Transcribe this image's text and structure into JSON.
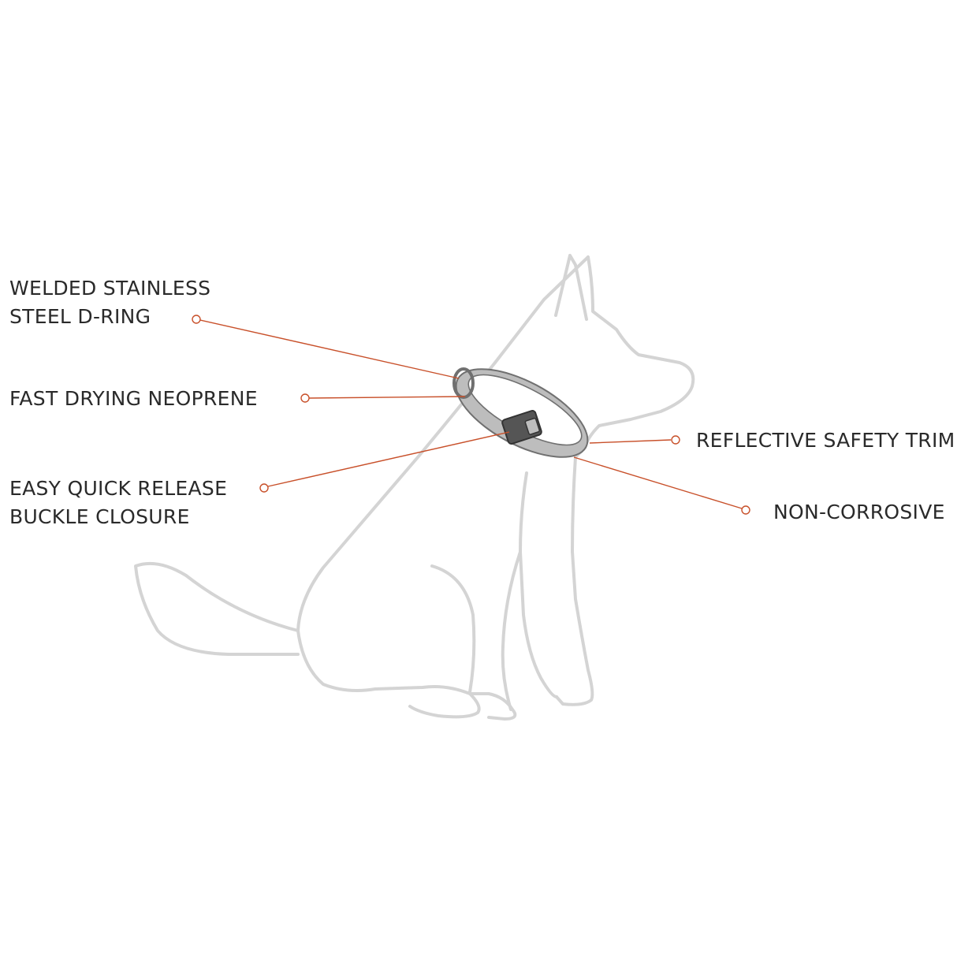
{
  "callouts": {
    "d_ring": {
      "line1": "WELDED STAINLESS",
      "line2": "STEEL D-RING"
    },
    "neoprene": {
      "line1": "FAST DRYING NEOPRENE"
    },
    "buckle": {
      "line1": "EASY QUICK RELEASE",
      "line2": "BUCKLE CLOSURE"
    },
    "reflective": {
      "line1": "REFLECTIVE SAFETY TRIM"
    },
    "non_corrosive": {
      "line1": "NON-CORROSIVE"
    }
  },
  "colors": {
    "accent": "#c8502a",
    "dog_outline": "#d4d4d4",
    "text": "#2a2a2a",
    "collar": "#bdbdbd"
  }
}
